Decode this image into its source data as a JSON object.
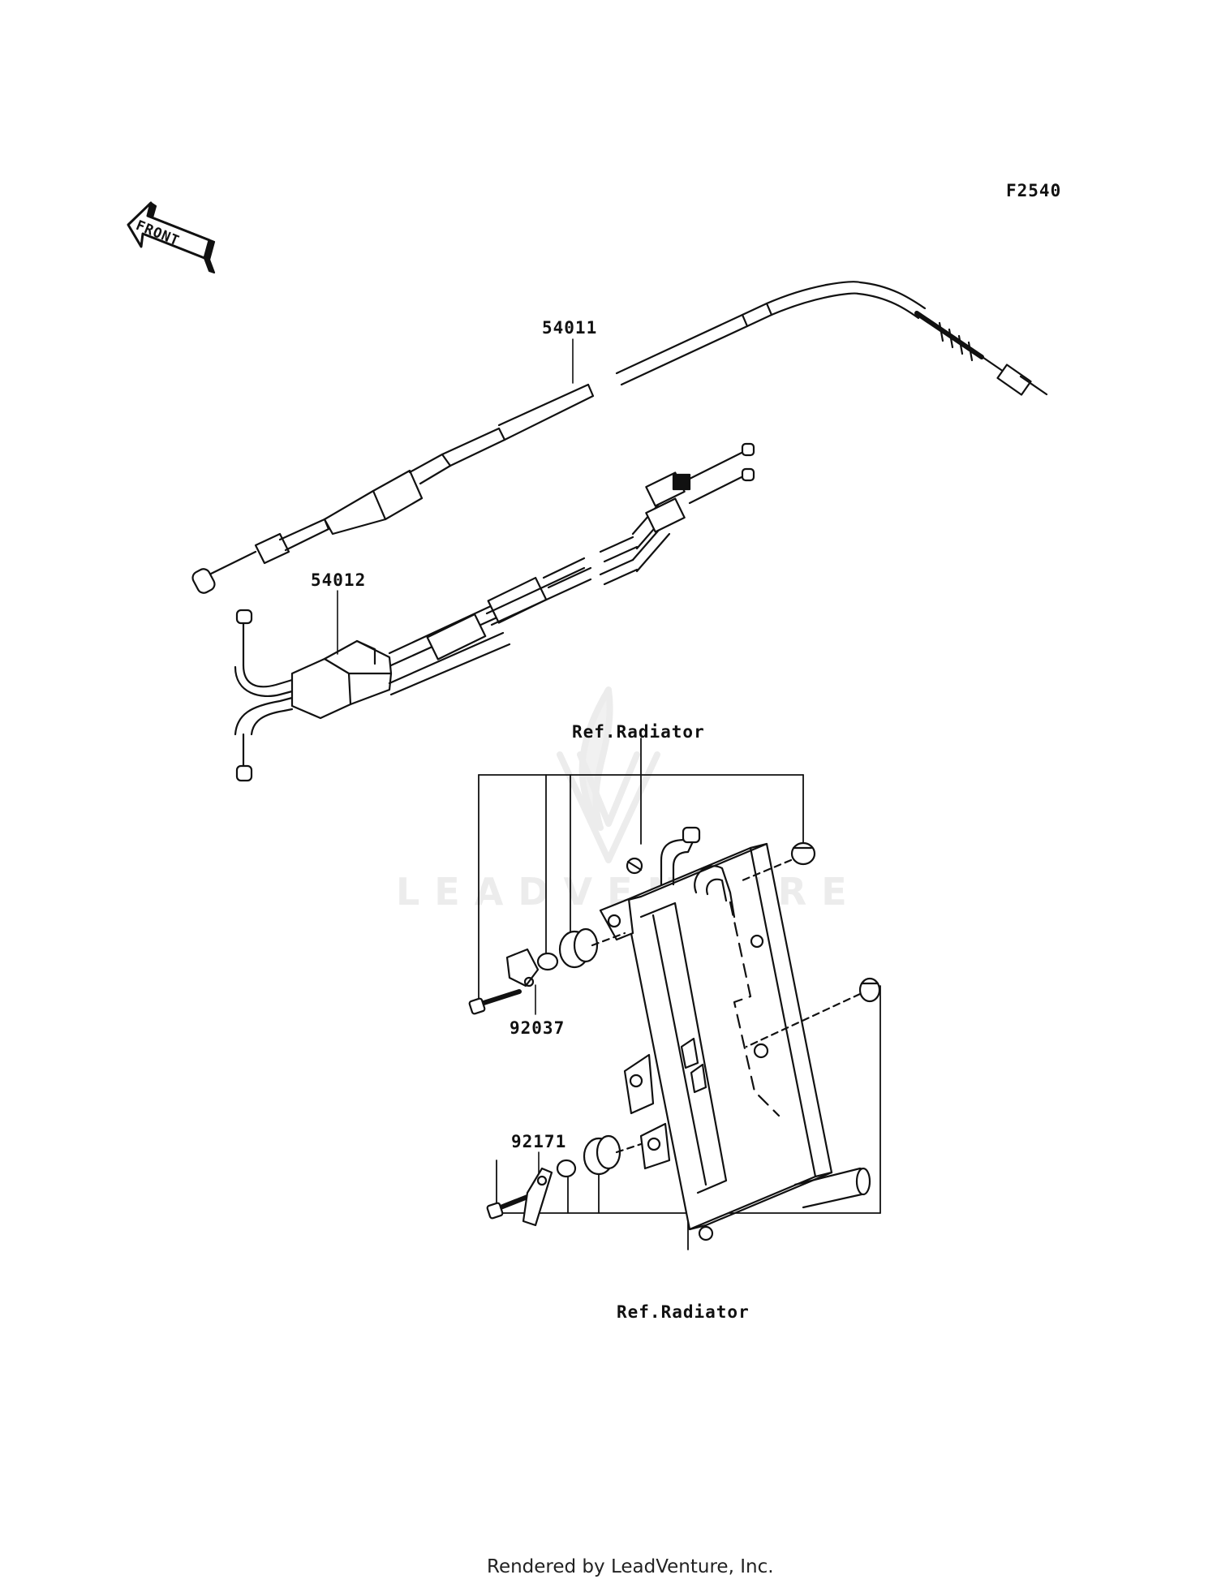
{
  "diagram_code": "F2540",
  "front_marker": "FRONT",
  "parts": {
    "throttle_cable_a": "54011",
    "throttle_cable_b": "54012",
    "clamp": "92037",
    "holder": "92171"
  },
  "refs": {
    "upper": "Ref.Radiator",
    "lower": "Ref.Radiator"
  },
  "watermark": "LEADVENTURE",
  "footer": "Rendered by LeadVenture, Inc."
}
